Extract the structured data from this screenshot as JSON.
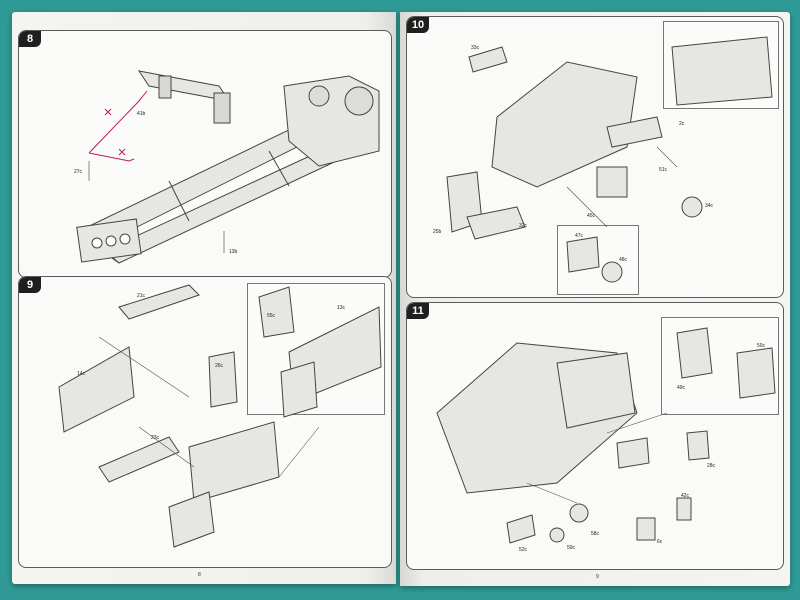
{
  "steps": [
    {
      "number": "8",
      "labels": [
        "41b",
        "27c",
        "13b"
      ]
    },
    {
      "number": "9",
      "labels": [
        "21c",
        "14c",
        "26c",
        "23c",
        "55c",
        "13c"
      ]
    },
    {
      "number": "10",
      "labels": [
        "33c",
        "2c",
        "51c",
        "45c",
        "32c",
        "25b",
        "47c",
        "48c",
        "34c"
      ]
    },
    {
      "number": "11",
      "labels": [
        "49c",
        "50c",
        "28c",
        "52c",
        "58c",
        "59c",
        "6c",
        "42c"
      ]
    }
  ],
  "page_numbers": {
    "left": "8",
    "right": "9"
  },
  "colors": {
    "background": "#2f9a95",
    "page": "#f2f2ef",
    "ink": "#1f1f1f",
    "annotation": "#c2185b"
  }
}
